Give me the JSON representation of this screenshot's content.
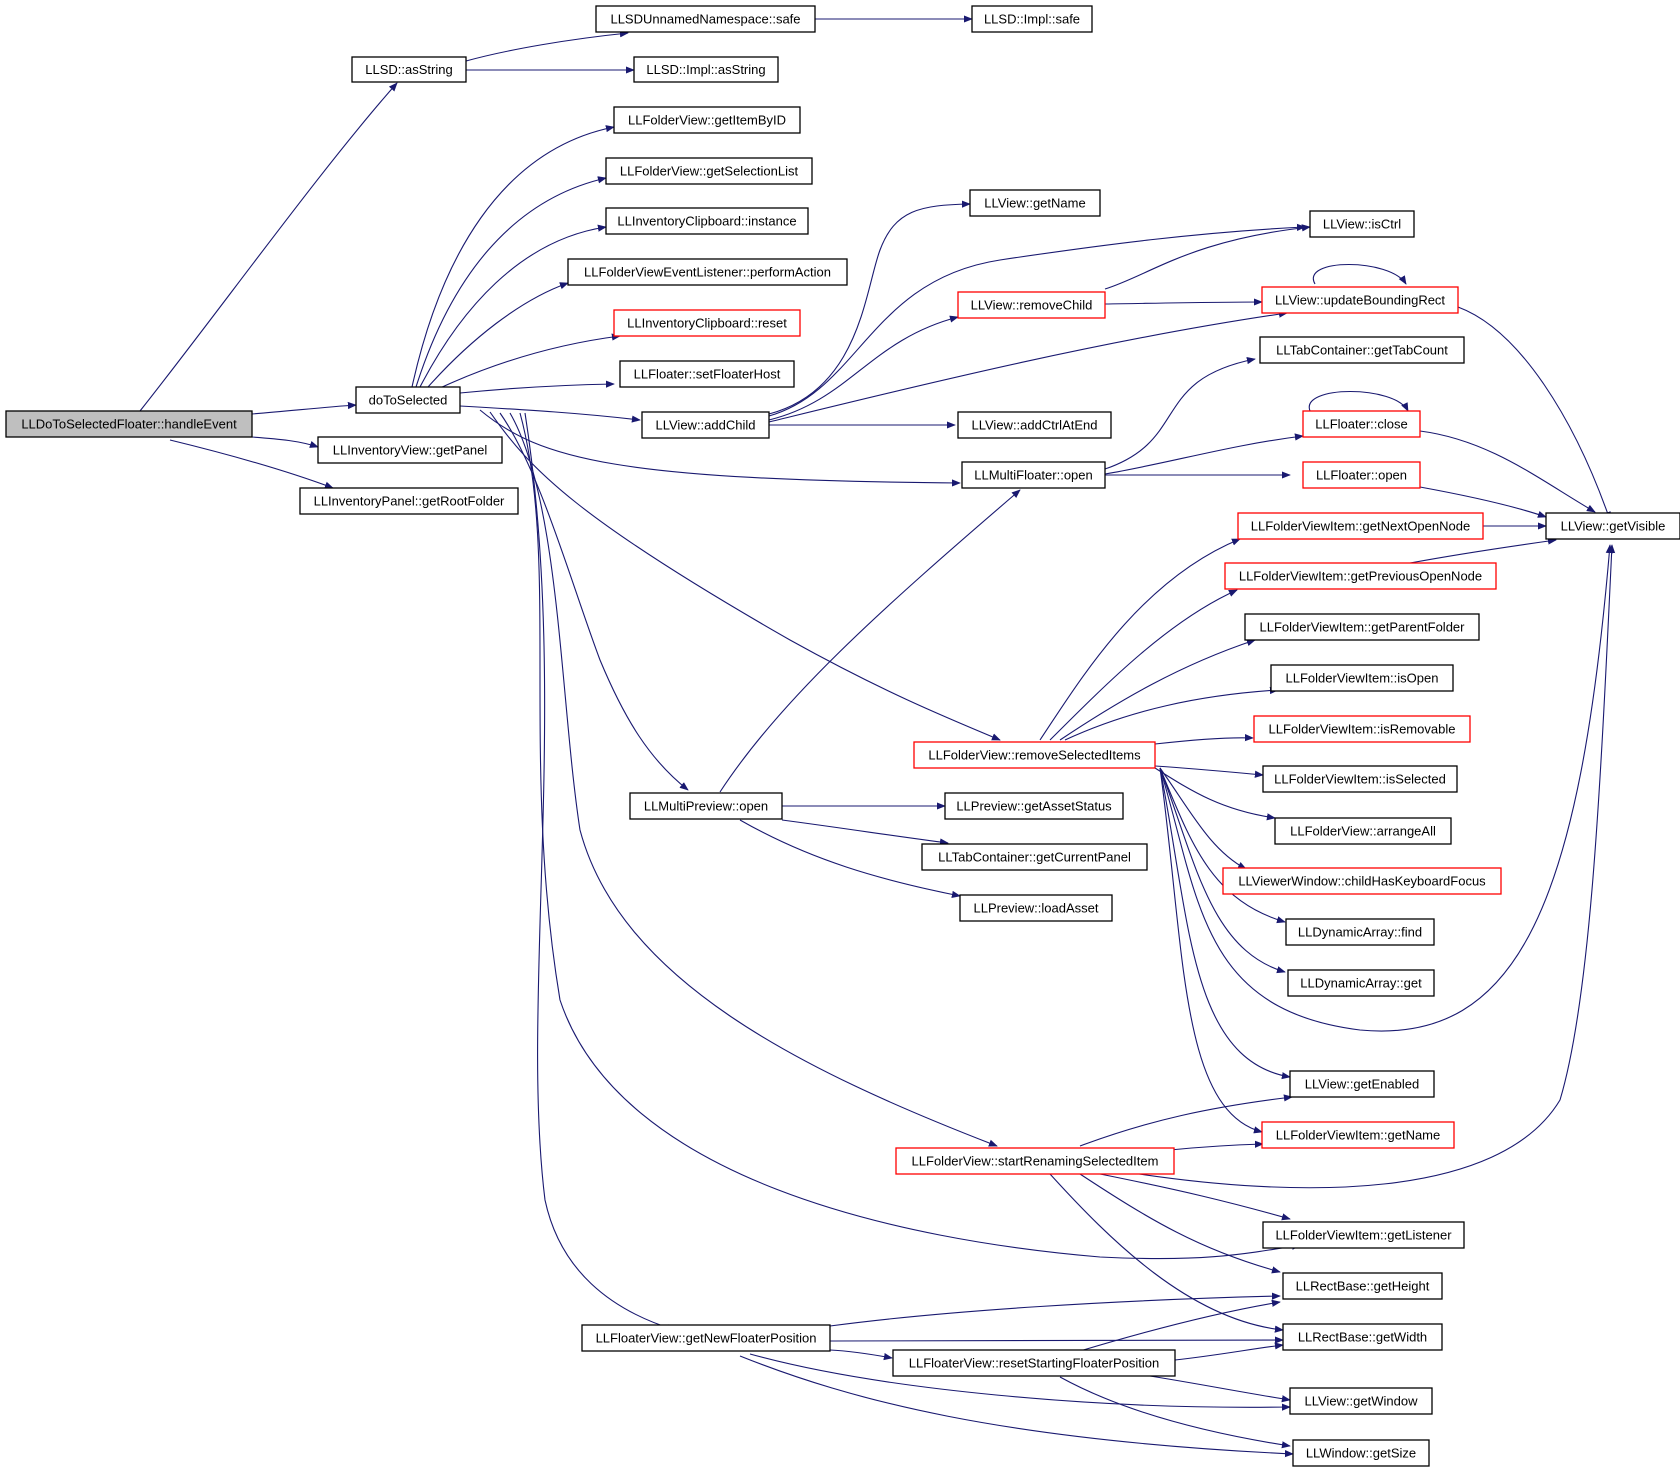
{
  "colors": {
    "edge": "#191970",
    "red_border": "#ff0000",
    "black_border": "#000000",
    "root_fill": "#bfbfbf"
  },
  "nodes": [
    {
      "id": "root",
      "label": "LLDoToSelectedFloater::handleEvent",
      "style": "root"
    },
    {
      "id": "asString",
      "label": "LLSD::asString",
      "style": "black"
    },
    {
      "id": "unnamedSafe",
      "label": "LLSDUnnamedNamespace::safe",
      "style": "black"
    },
    {
      "id": "implSafe",
      "label": "LLSD::Impl::safe",
      "style": "black"
    },
    {
      "id": "implAsString",
      "label": "LLSD::Impl::asString",
      "style": "black"
    },
    {
      "id": "getItemByID",
      "label": "LLFolderView::getItemByID",
      "style": "black"
    },
    {
      "id": "getSelectionList",
      "label": "LLFolderView::getSelectionList",
      "style": "black"
    },
    {
      "id": "clipInstance",
      "label": "LLInventoryClipboard::instance",
      "style": "black"
    },
    {
      "id": "performAction",
      "label": "LLFolderViewEventListener::performAction",
      "style": "black"
    },
    {
      "id": "clipReset",
      "label": "LLInventoryClipboard::reset",
      "style": "red"
    },
    {
      "id": "setFloaterHost",
      "label": "LLFloater::setFloaterHost",
      "style": "black"
    },
    {
      "id": "doToSelected",
      "label": "doToSelected",
      "style": "black"
    },
    {
      "id": "addChild",
      "label": "LLView::addChild",
      "style": "black"
    },
    {
      "id": "getPanel",
      "label": "LLInventoryView::getPanel",
      "style": "black"
    },
    {
      "id": "getRootFolder",
      "label": "LLInventoryPanel::getRootFolder",
      "style": "black"
    },
    {
      "id": "viewGetName",
      "label": "LLView::getName",
      "style": "black"
    },
    {
      "id": "isCtrl",
      "label": "LLView::isCtrl",
      "style": "black"
    },
    {
      "id": "removeChild",
      "label": "LLView::removeChild",
      "style": "red"
    },
    {
      "id": "updateBoundingRect",
      "label": "LLView::updateBoundingRect",
      "style": "red"
    },
    {
      "id": "getTabCount",
      "label": "LLTabContainer::getTabCount",
      "style": "black"
    },
    {
      "id": "addCtrlAtEnd",
      "label": "LLView::addCtrlAtEnd",
      "style": "black"
    },
    {
      "id": "floaterClose",
      "label": "LLFloater::close",
      "style": "red"
    },
    {
      "id": "multiFloaterOpen",
      "label": "LLMultiFloater::open",
      "style": "black"
    },
    {
      "id": "floaterOpen",
      "label": "LLFloater::open",
      "style": "red"
    },
    {
      "id": "getVisible",
      "label": "LLView::getVisible",
      "style": "black"
    },
    {
      "id": "getNextOpenNode",
      "label": "LLFolderViewItem::getNextOpenNode",
      "style": "red"
    },
    {
      "id": "getPrevOpenNode",
      "label": "LLFolderViewItem::getPreviousOpenNode",
      "style": "red"
    },
    {
      "id": "getParentFolder",
      "label": "LLFolderViewItem::getParentFolder",
      "style": "black"
    },
    {
      "id": "isOpen",
      "label": "LLFolderViewItem::isOpen",
      "style": "black"
    },
    {
      "id": "isRemovable",
      "label": "LLFolderViewItem::isRemovable",
      "style": "red"
    },
    {
      "id": "removeSelectedItems",
      "label": "LLFolderView::removeSelectedItems",
      "style": "red"
    },
    {
      "id": "isSelected",
      "label": "LLFolderViewItem::isSelected",
      "style": "black"
    },
    {
      "id": "multiPreviewOpen",
      "label": "LLMultiPreview::open",
      "style": "black"
    },
    {
      "id": "getAssetStatus",
      "label": "LLPreview::getAssetStatus",
      "style": "black"
    },
    {
      "id": "arrangeAll",
      "label": "LLFolderView::arrangeAll",
      "style": "black"
    },
    {
      "id": "getCurrentPanel",
      "label": "LLTabContainer::getCurrentPanel",
      "style": "black"
    },
    {
      "id": "childHasKeyboardFocus",
      "label": "LLViewerWindow::childHasKeyboardFocus",
      "style": "red"
    },
    {
      "id": "loadAsset",
      "label": "LLPreview::loadAsset",
      "style": "black"
    },
    {
      "id": "dynFind",
      "label": "LLDynamicArray::find",
      "style": "black"
    },
    {
      "id": "dynGet",
      "label": "LLDynamicArray::get",
      "style": "black"
    },
    {
      "id": "getEnabled",
      "label": "LLView::getEnabled",
      "style": "black"
    },
    {
      "id": "itemGetName",
      "label": "LLFolderViewItem::getName",
      "style": "red"
    },
    {
      "id": "startRenaming",
      "label": "LLFolderView::startRenamingSelectedItem",
      "style": "red"
    },
    {
      "id": "getListener",
      "label": "LLFolderViewItem::getListener",
      "style": "black"
    },
    {
      "id": "getHeight",
      "label": "LLRectBase::getHeight",
      "style": "black"
    },
    {
      "id": "getNewFloaterPos",
      "label": "LLFloaterView::getNewFloaterPosition",
      "style": "black"
    },
    {
      "id": "getWidth",
      "label": "LLRectBase::getWidth",
      "style": "black"
    },
    {
      "id": "resetStartingPos",
      "label": "LLFloaterView::resetStartingFloaterPosition",
      "style": "black"
    },
    {
      "id": "getWindow",
      "label": "LLView::getWindow",
      "style": "black"
    },
    {
      "id": "getSize",
      "label": "LLWindow::getSize",
      "style": "black"
    }
  ]
}
